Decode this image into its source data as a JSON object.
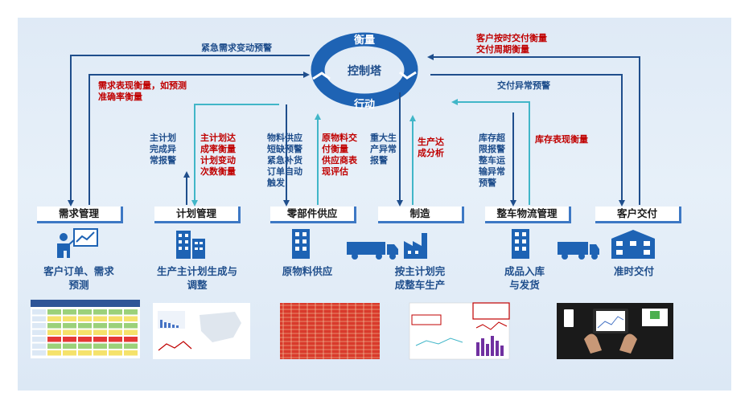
{
  "colors": {
    "ring": "#1e63b4",
    "arrow": "#1f4e8c",
    "teal_arrow": "#41b6c8",
    "red_text": "#c00000",
    "blue_text": "#1f4e8c",
    "stage_border": "#3d78c4"
  },
  "center": {
    "top_label": "衡量",
    "middle_label": "控制塔",
    "bottom_label": "行动"
  },
  "feedback_labels": {
    "emergency_demand": "紧急需求变动预警",
    "demand_performance": "需求表现衡量，如预测\n准确率衡量",
    "customer_delivery": "客户按时交付衡量\n交付周期衡量",
    "delivery_alert": "交付异常预警",
    "inventory_performance": "库存表现衡量"
  },
  "stage_labels": {
    "plan_alert": "主计划\n完成异\n常报警",
    "plan_metrics": "主计划达\n成率衡量\n计划变动\n次数衡量",
    "parts_alert": "物料供应\n短缺预警\n紧急补货\n订单自动\n触发",
    "parts_metrics": "原物料交\n付衡量\n供应商表\n现评估",
    "mfg_alert": "重大生\n产异常\n报警",
    "mfg_metrics": "生产达\n成分析",
    "logistics_alert": "库存超\n限报警\n整车运\n输异常\n预警"
  },
  "stages": [
    {
      "name": "需求管理",
      "caption": "客户订单、需求\n预测",
      "icon": "presenter-chart-icon"
    },
    {
      "name": "计划管理",
      "caption": "生产主计划生成与\n调整",
      "icon": "office-building-icon"
    },
    {
      "name": "零部件供应",
      "caption": "原物料供应",
      "icon": "supplier-building-icon"
    },
    {
      "name": "制造",
      "caption": "按主计划完\n成整车生产",
      "icon": "factory-icon"
    },
    {
      "name": "整车物流管理",
      "caption": "成品入库\n与发货",
      "icon": "warehouse-building-icon"
    },
    {
      "name": "客户交付",
      "caption": "准时交付",
      "icon": "dealership-icon"
    }
  ],
  "truck_icons": [
    "truck-icon-parts",
    "truck-icon-logistics"
  ]
}
